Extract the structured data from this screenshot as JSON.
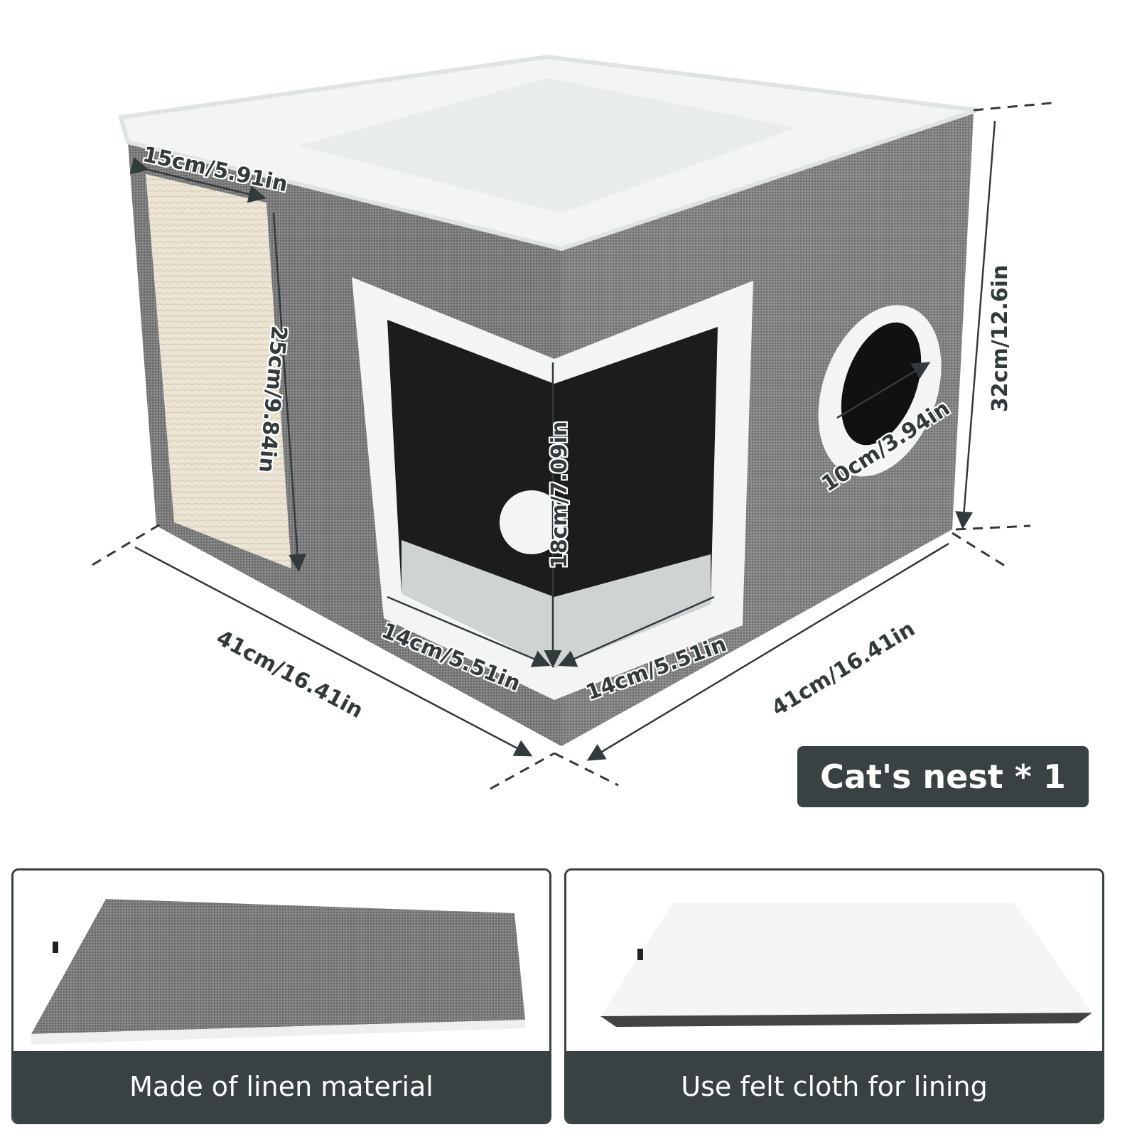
{
  "product": {
    "name": "Cat's nest",
    "badge_label": "Cat's nest * 1"
  },
  "dimensions": {
    "scratch_pad_width": "15cm/5.91in",
    "scratch_pad_height": "25cm/9.84in",
    "front_opening_height": "18cm/7.09in",
    "front_opening_left_width": "14cm/5.51in",
    "front_opening_right_width": "14cm/5.51in",
    "round_hole_diameter": "10cm/3.94in",
    "total_height": "32cm/12.6in",
    "left_depth": "41cm/16.41in",
    "right_width": "41cm/16.41in"
  },
  "panels": [
    {
      "caption": "Made of linen material",
      "image": "grey-linen-mat"
    },
    {
      "caption": "Use felt cloth for lining",
      "image": "white-felt-mat"
    }
  ],
  "colors": {
    "caption_bg": "#394143",
    "linen_grey": "#7a7a7a",
    "felt_white": "#f4f6f6",
    "sisal": "#ece5d6",
    "dim_line": "#333a3c"
  }
}
